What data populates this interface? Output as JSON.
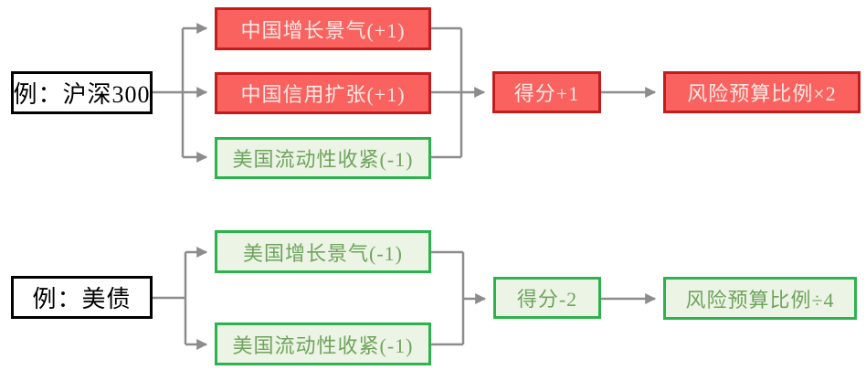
{
  "diagram": {
    "title": "risk-budget-scoring-examples",
    "examples": [
      {
        "label": "例：沪深300",
        "factors": [
          {
            "text": "中国增长景气(+1)",
            "tone": "red"
          },
          {
            "text": "中国信用扩张(+1)",
            "tone": "red"
          },
          {
            "text": "美国流动性收紧(-1)",
            "tone": "green"
          }
        ],
        "score": {
          "text": "得分+1",
          "tone": "red"
        },
        "result": {
          "text": "风险预算比例×2",
          "tone": "red"
        }
      },
      {
        "label": "例：美债",
        "factors": [
          {
            "text": "美国增长景气(-1)",
            "tone": "green"
          },
          {
            "text": "美国流动性收紧(-1)",
            "tone": "green"
          }
        ],
        "score": {
          "text": "得分-2",
          "tone": "green"
        },
        "result": {
          "text": "风险预算比例÷4",
          "tone": "green"
        }
      }
    ],
    "colors": {
      "red_fill": "#f9625e",
      "red_border": "#c41c1c",
      "red_text": "#fde9e7",
      "green_fill": "#ebf4e5",
      "green_border": "#2db34d",
      "green_text": "#70a35d",
      "label_border": "#000000",
      "label_text": "#000000",
      "connector": "#8c8c8c"
    }
  }
}
